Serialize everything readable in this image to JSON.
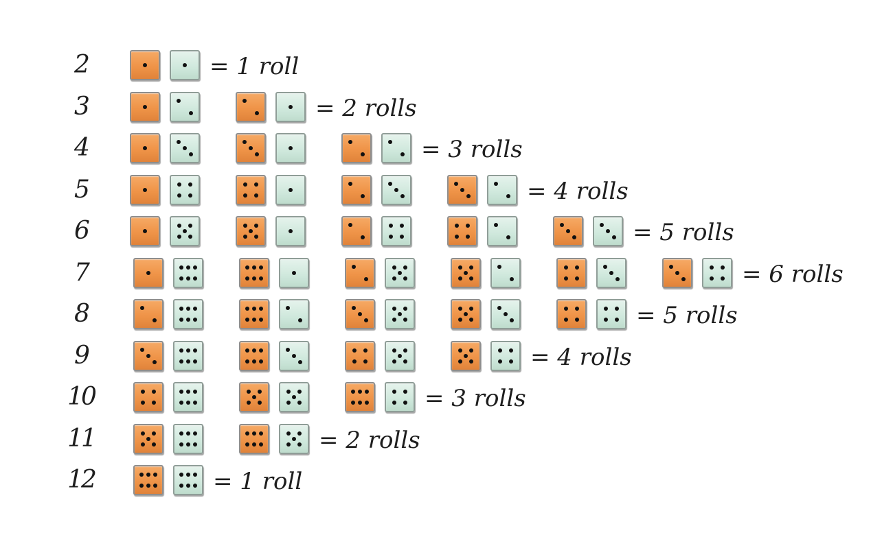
{
  "rows": [
    {
      "sum": "2",
      "pairs": [
        [
          1,
          1
        ]
      ],
      "result": "= 1 roll"
    },
    {
      "sum": "3",
      "pairs": [
        [
          1,
          2
        ],
        [
          2,
          1
        ]
      ],
      "result": "= 2 rolls"
    },
    {
      "sum": "4",
      "pairs": [
        [
          1,
          3
        ],
        [
          3,
          1
        ],
        [
          2,
          2
        ]
      ],
      "result": "= 3 rolls"
    },
    {
      "sum": "5",
      "pairs": [
        [
          1,
          4
        ],
        [
          4,
          1
        ],
        [
          2,
          3
        ],
        [
          3,
          2
        ]
      ],
      "result": "= 4 rolls"
    },
    {
      "sum": "6",
      "pairs": [
        [
          1,
          5
        ],
        [
          5,
          1
        ],
        [
          2,
          4
        ],
        [
          4,
          2
        ],
        [
          3,
          3
        ]
      ],
      "result": "= 5 rolls"
    },
    {
      "sum": "7",
      "pairs": [
        [
          1,
          6
        ],
        [
          6,
          1
        ],
        [
          2,
          5
        ],
        [
          5,
          2
        ],
        [
          4,
          3
        ],
        [
          3,
          4
        ]
      ],
      "result": "= 6 rolls"
    },
    {
      "sum": "8",
      "pairs": [
        [
          2,
          6
        ],
        [
          6,
          2
        ],
        [
          3,
          5
        ],
        [
          5,
          3
        ],
        [
          4,
          4
        ]
      ],
      "result": "= 5 rolls"
    },
    {
      "sum": "9",
      "pairs": [
        [
          3,
          6
        ],
        [
          6,
          3
        ],
        [
          4,
          5
        ],
        [
          5,
          4
        ]
      ],
      "result": "= 4 rolls"
    },
    {
      "sum": "10",
      "pairs": [
        [
          4,
          6
        ],
        [
          5,
          5
        ],
        [
          6,
          4
        ]
      ],
      "result": "= 3 rolls"
    },
    {
      "sum": "11",
      "pairs": [
        [
          5,
          6
        ],
        [
          6,
          5
        ]
      ],
      "result": "= 2 rolls"
    },
    {
      "sum": "12",
      "pairs": [
        [
          6,
          6
        ]
      ],
      "result": "= 1 roll"
    }
  ],
  "colors": {
    "die_left": "#ef9448",
    "die_right": "#cfe8dc",
    "pip": "#111111",
    "text": "#1e1e1e"
  }
}
